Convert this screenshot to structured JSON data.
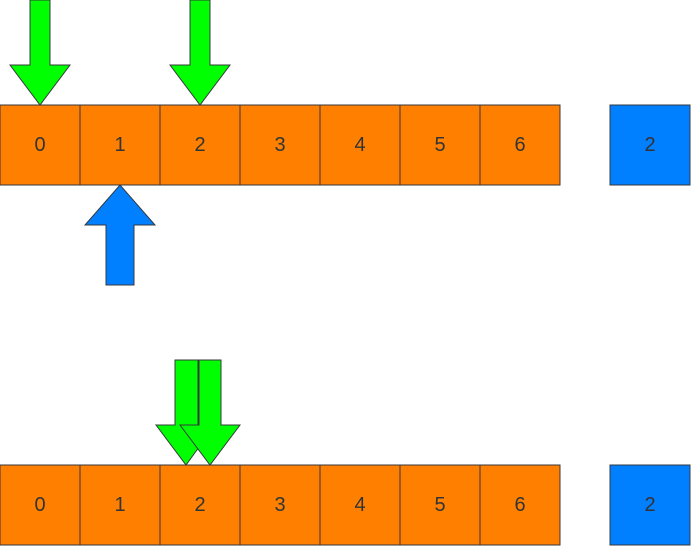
{
  "colors": {
    "array_cell": "#FF8000",
    "value_box": "#007FFF",
    "green_arrow": "#00FF00",
    "blue_arrow": "#007FFF",
    "stroke": "#36393D",
    "text": "#333333"
  },
  "rows": [
    {
      "cells": [
        "0",
        "1",
        "2",
        "3",
        "4",
        "5",
        "6"
      ],
      "value_box": "2",
      "green_arrows_at_index": [
        0,
        2
      ],
      "blue_arrow_at_index": 1
    },
    {
      "cells": [
        "0",
        "1",
        "2",
        "3",
        "4",
        "5",
        "6"
      ],
      "value_box": "2",
      "green_arrows_at_index": [
        2,
        2
      ],
      "blue_arrow_at_index": null
    }
  ]
}
